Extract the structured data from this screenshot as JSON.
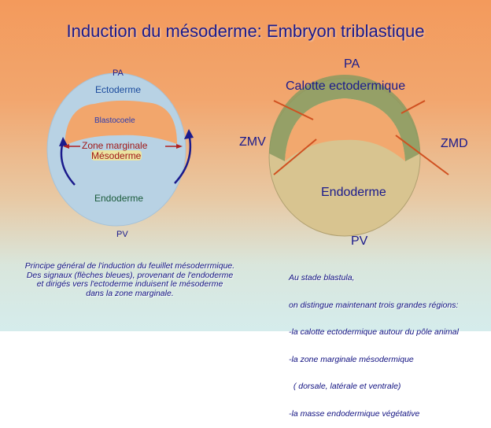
{
  "title": "Induction du mésoderme: Embryon triblastique",
  "left": {
    "pa": "PA",
    "pv": "PV",
    "ectoderme": "Ectoderme",
    "blastocoele": "Blastocoele",
    "zone": "Zone marginale",
    "mesoderme": "Mésoderme",
    "endoderme": "Endoderme",
    "caption": [
      "Principe général de l'induction du feuillet mésoderrmique.",
      "Des signaux (flèches bleues), provenant de l'endoderme",
      "et dirigés vers l'ectoderme induisent le mésoderme",
      "dans la zone marginale."
    ]
  },
  "right": {
    "pa": "PA",
    "pv": "PV",
    "calotte": "Calotte ectodermique",
    "zmv": "ZMV",
    "zmd": "ZMD",
    "endoderme": "Endoderme",
    "caption": [
      "Au stade blastula,",
      "on distingue maintenant trois grandes régions:",
      "-la calotte ectodermique autour du pôle animal",
      "-la zone marginale mésodermique",
      "  ( dorsale, latérale et ventrale)",
      "-la masse endodermique végétative"
    ]
  }
}
